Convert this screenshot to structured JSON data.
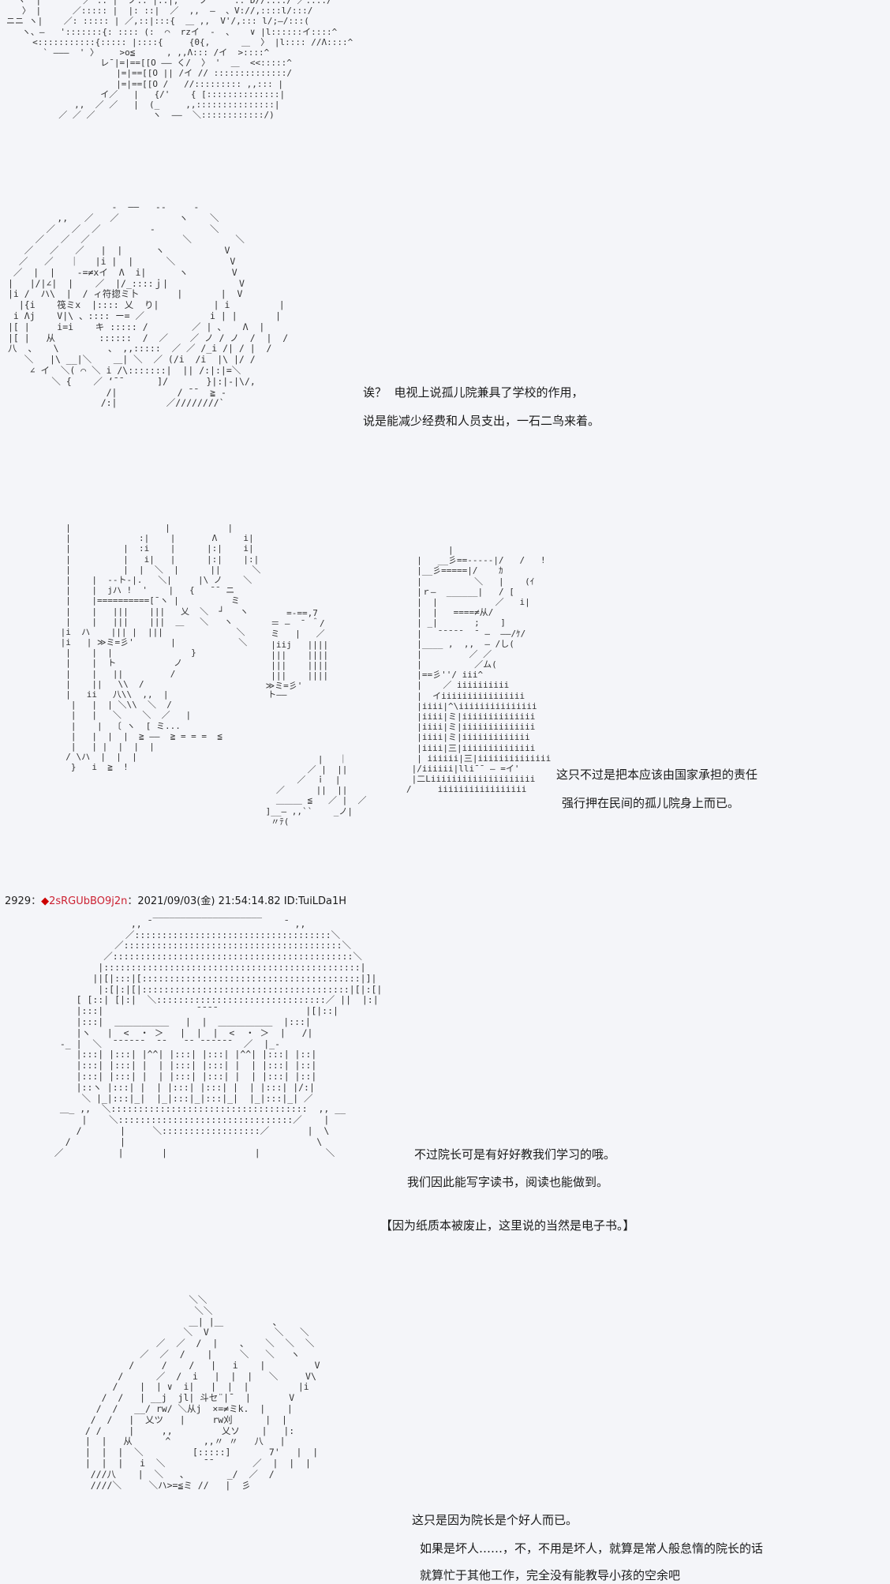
{
  "post_header": {
    "number": "2929",
    "sep1": "：",
    "diamond": "◆",
    "trip": "2sRGUbBO9j2n",
    "sep2": "：",
    "date": "2021/09/03(金) 21:54:14.82",
    "id": "ID:TuiLDa1H"
  },
  "dialog": {
    "panel2_line1": "诶？  电视上说孤儿院兼具了学校的作用，",
    "panel2_line2": "说是能减少经费和人员支出，一石二鸟来着。",
    "panel3_line1": "这只不过是把本应该由国家承担的责任",
    "panel3_line2": "强行押在民间的孤儿院身上而已。",
    "panel4_line1": "不过院长可是有好好教我们学习的哦。",
    "panel4_line2": "我们因此能写字读书，阅读也能做到。",
    "panel4_note": "【因为纸质本被废止，这里说的当然是电子书。】",
    "panel5_line1": "这只是因为院长是个好人而已。",
    "panel5_line2": "如果是坏人……，不，不用是坏人，就算是常人般怠惰的院长的话",
    "panel5_line3": "就算忙于其他工作，完全没有能教导小孩的空余吧"
  },
  "art": {
    "panel1": "  ヽ  |        ／ :: |  ノ:: |::|,  ' ノ     :: D//::::/ ／::::/\n   〉 |      ／::::: |  |: ::|  ／  ,,  —  、V://,::::l/:::/\nニニ ヽ|    ／: ::::: | ／,::|:::{  ＿ ,,  V'/,::: l/;—/:::(\n   ヽ、—   ':::::::{: :::: (:  ⌒  rzイ  -  、   ∨ |l::::::イ::::^\n     <:::::::::::{::::: |::::{     {0{,      ＿  〉 |l:::: //Λ::::^\n       ` ———  ' 〉    >o≦      , ,,Λ::: /イ  >::::^\n                  レ¯|=|==[[O —— く/  〉 '  ＿  <<:::::^\n                     |=|==[[O || /イ // ::::::::::::::/\n                     |=|==[[O /   //::::::::: ,,::: |\n                  イ／   |   {/'    { [::::::::::::::|\n             ,,  ／ ／   |  (_     ,,:::::::::::::::|\n          ／ ／ ／           ヽ  ——  ＼::::::::::::/)",
    "panel2": "                   -  ——   --     -\n         ,,   ／   ／           ヽ    ＼\n       ／   ／  ／         -          ＼\n     ／   ／  ／                 ＼        ＼\n   ／   ／   ／   |  |      ヽ           V\n  ／   ／   ｜   |i |  |      ＼          V\n ／  |  |    -=≠xイ  Λ  i|      ヽ        V\n|   |/|∠|  |    ／  |/_::::ｊ|             V\n|i /  ハ\\  |  / ィ符㧾ミ卜       |       |  V\n  |{i    筏ミx  |:::: 乂  り|          | i         |\n i Λj    V|\\ 、:::: ー= ／            i | |       |\n|[ |     i=i    キ ::::: /        ／ | 、   Λ  |\n|[ |   从        ::::::  /  ／    ／ ノ / ノ  /  |  /\n八  、   \\         、 ,,:::::  ／ ／ /_i /| / |  /\n   ＼   |\\ __|＼    ＿| ＼  ／ (/i  /i  |\\ |/ /\n    ∠ イ  ＼( ⌒ ＼ i /\\:::::::|  || /:|:|=＼\n        ＼ {    ／ ‘¯¯      ]/       }|:|-|\\/,\n                  /|           / ¯¯  ≧ -\n                 /:|         ／////////`",
    "panel3_left": "  |                  |           |\n  |             :|    |       Λ     i|\n  |          |  :i    |      |:|    i|\n  |          |   i|   |      |:|    |:|\n  |          |  |  ＼  |      ||      ＼\n  |    |  --ト-|.   ＼|     |\\ ノ    ＼\n  |    |  jハ !  '    |   {   ¯¯ ニ\n  |    |==========[¯ヽ |          ミ\n  |    |   |||    |||   乂  ＼  ┘   ヽ\n  |    |   |||    |||  ＿   ＼   ヽ\n |i  ハ    ||| |  |||              ＼\n |i   | ≫ミ=彡'       |            ＼\n  |    |  |               }\n  |    |  ト           ノ\n  |    |   ||         /\n  |    ||   \\\\  /\n  |   ii   八\\\\  ,,  |                   ト——\n   |   |  | ＼\\\\  ＼  /\n   |   |   ＼    ＼  ／   |\n   |    |  〔 ヽ  [ ミ...\n   |   |  |  |  ≧ ——  ≧ = = =  ≦\n   |   | |  |  |  |\n  / \\ハ  |  |  |\n   }   i  ≧  !",
    "panel3_mid": "     =-==,7\n  ＝ —  ¯ ＾/\n  ミ   |   ／\n  |iij   ||||\n  |||    ||||\n  |||    ||||\n  |||    ||||\n ≫ミ=彡'\n\n\n\n\n\n\n           |   ｜\n         ／ |  ||\n       ／  ｉ  |\n   ／      ||  ||\n   ＿＿＿ ≦   ／ |  ／\n ]__— ,,``    _ノ|\n  〃ﾃ(",
    "panel3_right": "        |\n  |   __彡==-----|/   /   !\n  |__彡=====|/    ｶ\n  |          ＼   |    (ｲ\n  |ｒ—  ______|   / [\n  |  |           ／   i|\n  |  |   ====≠从/\n  | _|       ;    ]\n  |   ¯¯¯¯¯  ¯ —  ——/ｹ/\n  |____ ,  ,,  — /し(\n  |         ／ ／\n  |          ／ム(\n  |==彡''/ iii^\n  |    ／ iiiiiiiiii\n  |  イiiiiiiiiiiiiiiii\n  |iiii|^\\iiiiiiiiiiiiiii\n  |iiii|ミ|iiiiiiiiiiiiii\n  |iiii|ミ|iiiiiiiiiiiiii\n  |iiii|ミ|iiiiiiiiiiiii\n  |iiii|三|iiiiiiiiiiiiii\n  | iiiiii|三|iiiiiiiiiiiiii\n |/iiiiii|lli¯¯ — =イ'\n |二Liiiiiiiiiiiiiiiiiiii\n/     iiiiiiiiiiiiiiiii",
    "panel4": "                   ____________________\n               ,, ¯                        ¯ ,,\n              ／::::::::::::::::::::::::::::::::::::＼\n            ／::::::::::::::::::::::::::::::::::::::::＼\n          ／::::::::::::::::::::::::::::::::::::::::::::＼\n         |:::::::::::::::::::::::::::::::::::::::::::::::|\n        ||[|:::|[::::::::::::::::::::::::::::::::::::::::|]|\n         |:[|:|[|::::::::::::::::::::::::::::::::::::::|[|:[|\n     [ [::| [|:|  ＼:::::::::::::::::::::::::::::::／ ||  |:|\n     |:::|                 ¯¯¯¯                |[|::|\n     |:::|  ＿＿＿＿＿＿   |  |  ＿＿＿＿＿＿  |:::|\n     |ヽ   |  <  ・ ＞   |  |  |  <  ・ ＞  |   /|\n  -_ |  ＼  ¯¯¯¯¯¯  ¯¯   ¯¯ ¯¯¯¯¯¯  ／  |_-\n     |:::| |:::| |^^| |:::| |:::| |^^| |:::| |::|\n     |:::| |:::| |  | |:::| |:::| |  | |:::| |::|\n     |:::| |:::| |  | |:::| |:::| |  | |:::| |::|\n     |::ヽ |:::| |  | |:::| |:::| |  | |:::| |/:|\n      ＼ |_|:::|_|  |_|:::|_|:::|_|  |_|:::|_| ／\n  ＿_ ,,  ＼::::::::::::::::::::::::::::::::::::  ,, __\n      |    ＼::::::::::::::::::::::::::::::::／    |\n     /       |     ＼::::::::::::::::::／       |  \\\n   /         |                                   \\\n ／          |       |                |            ＼",
    "panel5": "                     ＼＼\n                      ＼＼\n                     ＿| |＿         、\n                    ＼  V            ＼   ＼\n               ／  ／  /  |    、   ＼  ＼  ＼\n            ／  ／  /    |     ＼   ＼   ヽ\n          /     /    /   |   i    |         V\n        /      ／  /  i   |  |  |   ＼     V\\\n       /    |  | ∨  i|   |  |  |         |i\n     /  /   | __j  jl| 斗セ¨|¯  |       V\n    /  /   __/ rw/ ＼从j  ×=≠ミk.  |    |\n   /  /   |  乂ツ   |     rw刈      |  |\n  / /     |     ,,         乂ソ    |   |:\n  |  |   从      ^      ,,〃 〃   八   |\n  |  |  |  ＼         [:::::]       7'   |  |\n  |  |  |   i  ＼       ¯¯       ／  |  |  |\n   ///八    |  ＼   、       _/  ／  /\n   ////＼     ＼ハ>=≦ミ //   |  彡"
  }
}
